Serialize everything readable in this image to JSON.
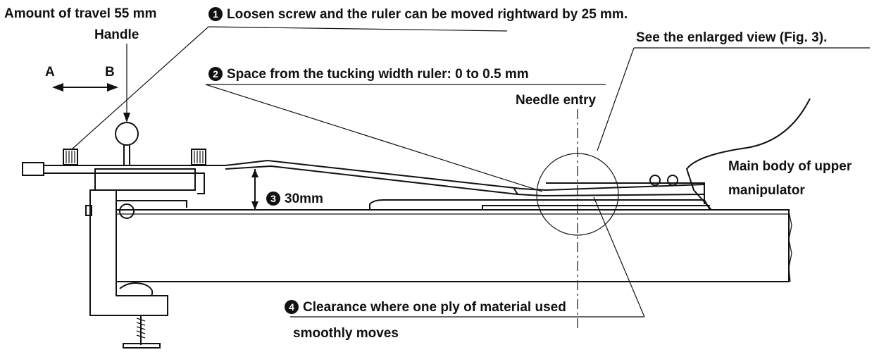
{
  "labels": {
    "travel": "Amount of travel 55 mm",
    "handle": "Handle",
    "dir_a": "A",
    "dir_b": "B",
    "note1_num": "1",
    "note1": "Loosen screw and the ruler can be moved rightward by 25 mm.",
    "enlarged": "See the enlarged view (Fig. 3).",
    "note2_num": "2",
    "note2": "Space from the tucking width ruler: 0 to 0.5 mm",
    "needle": "Needle entry",
    "main_body_1": "Main body of upper",
    "main_body_2": "manipulator",
    "note3_num": "3",
    "note3": "30mm",
    "note4_num": "4",
    "note4_line1": "Clearance where one ply of material used",
    "note4_line2": "smoothly moves"
  }
}
